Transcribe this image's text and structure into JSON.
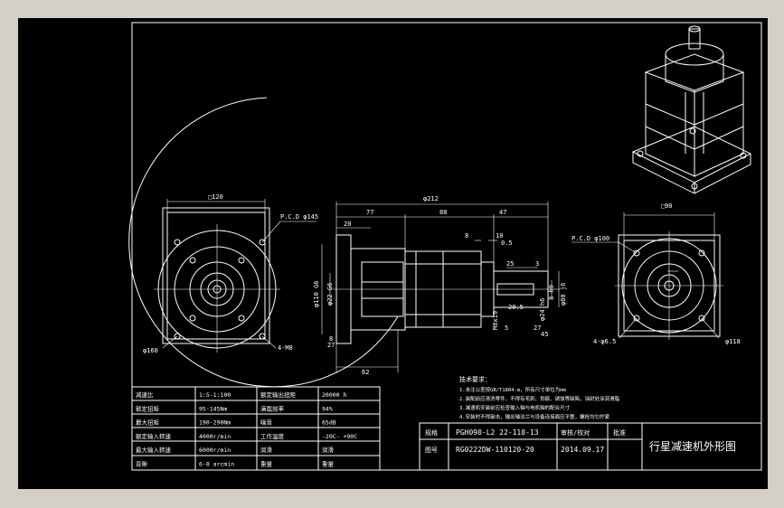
{
  "colors": {
    "background": "#000000",
    "line": "#ffffff",
    "window_frame": "#d4d0c8"
  },
  "front_view": {
    "width_label": "□120",
    "pcd_label": "P.C.D φ145",
    "dia_label": "φ160",
    "holes_label": "4-M8"
  },
  "side_view": {
    "overall": "φ212",
    "d77": "77",
    "d88": "88",
    "d47": "47",
    "d20": "20",
    "d8": "8",
    "d10": "10",
    "d05": "0.5",
    "d25": "25",
    "d3": "3",
    "d27": "27",
    "d8b": "8",
    "d62": "62",
    "dia_left": "φ110 G6",
    "dia_shaft_in": "φ22 G6",
    "dia_out1": "φ80 j6",
    "dia_out2": "φ24 h6",
    "key_w": "8 h9",
    "key_d": "20.5",
    "tap": "M8x19",
    "small_d": "5",
    "d27b": "27",
    "d45": "45"
  },
  "right_view": {
    "width_label": "□90",
    "pcd_label": "P.C.D φ100",
    "dia_label": "φ118",
    "holes_label": "4-φ6.5"
  },
  "specs_table": {
    "rows": [
      [
        "减速比",
        "1:5-1:100",
        "额定输出扭矩",
        "20000 h"
      ],
      [
        "额定扭矩",
        "95-145Nm",
        "满载效率",
        "94%"
      ],
      [
        "最大扭矩",
        "190-290Nm",
        "噪音",
        "65dB"
      ],
      [
        "额定输入转速",
        "4000r/min",
        "工作温度",
        "-20C- +90C"
      ],
      [
        "最大输入转速",
        "6000r/min",
        "润滑",
        "润滑"
      ],
      [
        "背隙",
        "6-8 arcmin",
        "重量",
        "重量"
      ]
    ]
  },
  "notes": {
    "title": "技术要求：",
    "lines": [
      "1.未注公差按GB/T1804-m，所有尺寸单位为mm",
      "2.装配前应清洗零件，不得有毛刺、划痕、锈蚀等缺陷，油封处涂润滑脂",
      "3.减速机安装前应检查输入轴与电机轴的配合尺寸",
      "4.安装时不得敲击，输出轴法兰与设备连接面应平整，螺栓均匀拧紧"
    ]
  },
  "title_block": {
    "model_label": "规格",
    "model_value": "PGH090-L2 22-110-13",
    "code_label": "图号",
    "code_value": "RG0222DW-110120-20",
    "check_label": "审核/校对",
    "approve_label": "批准",
    "date": "2014.09.17",
    "drawing_title": "行星减速机外形图"
  }
}
